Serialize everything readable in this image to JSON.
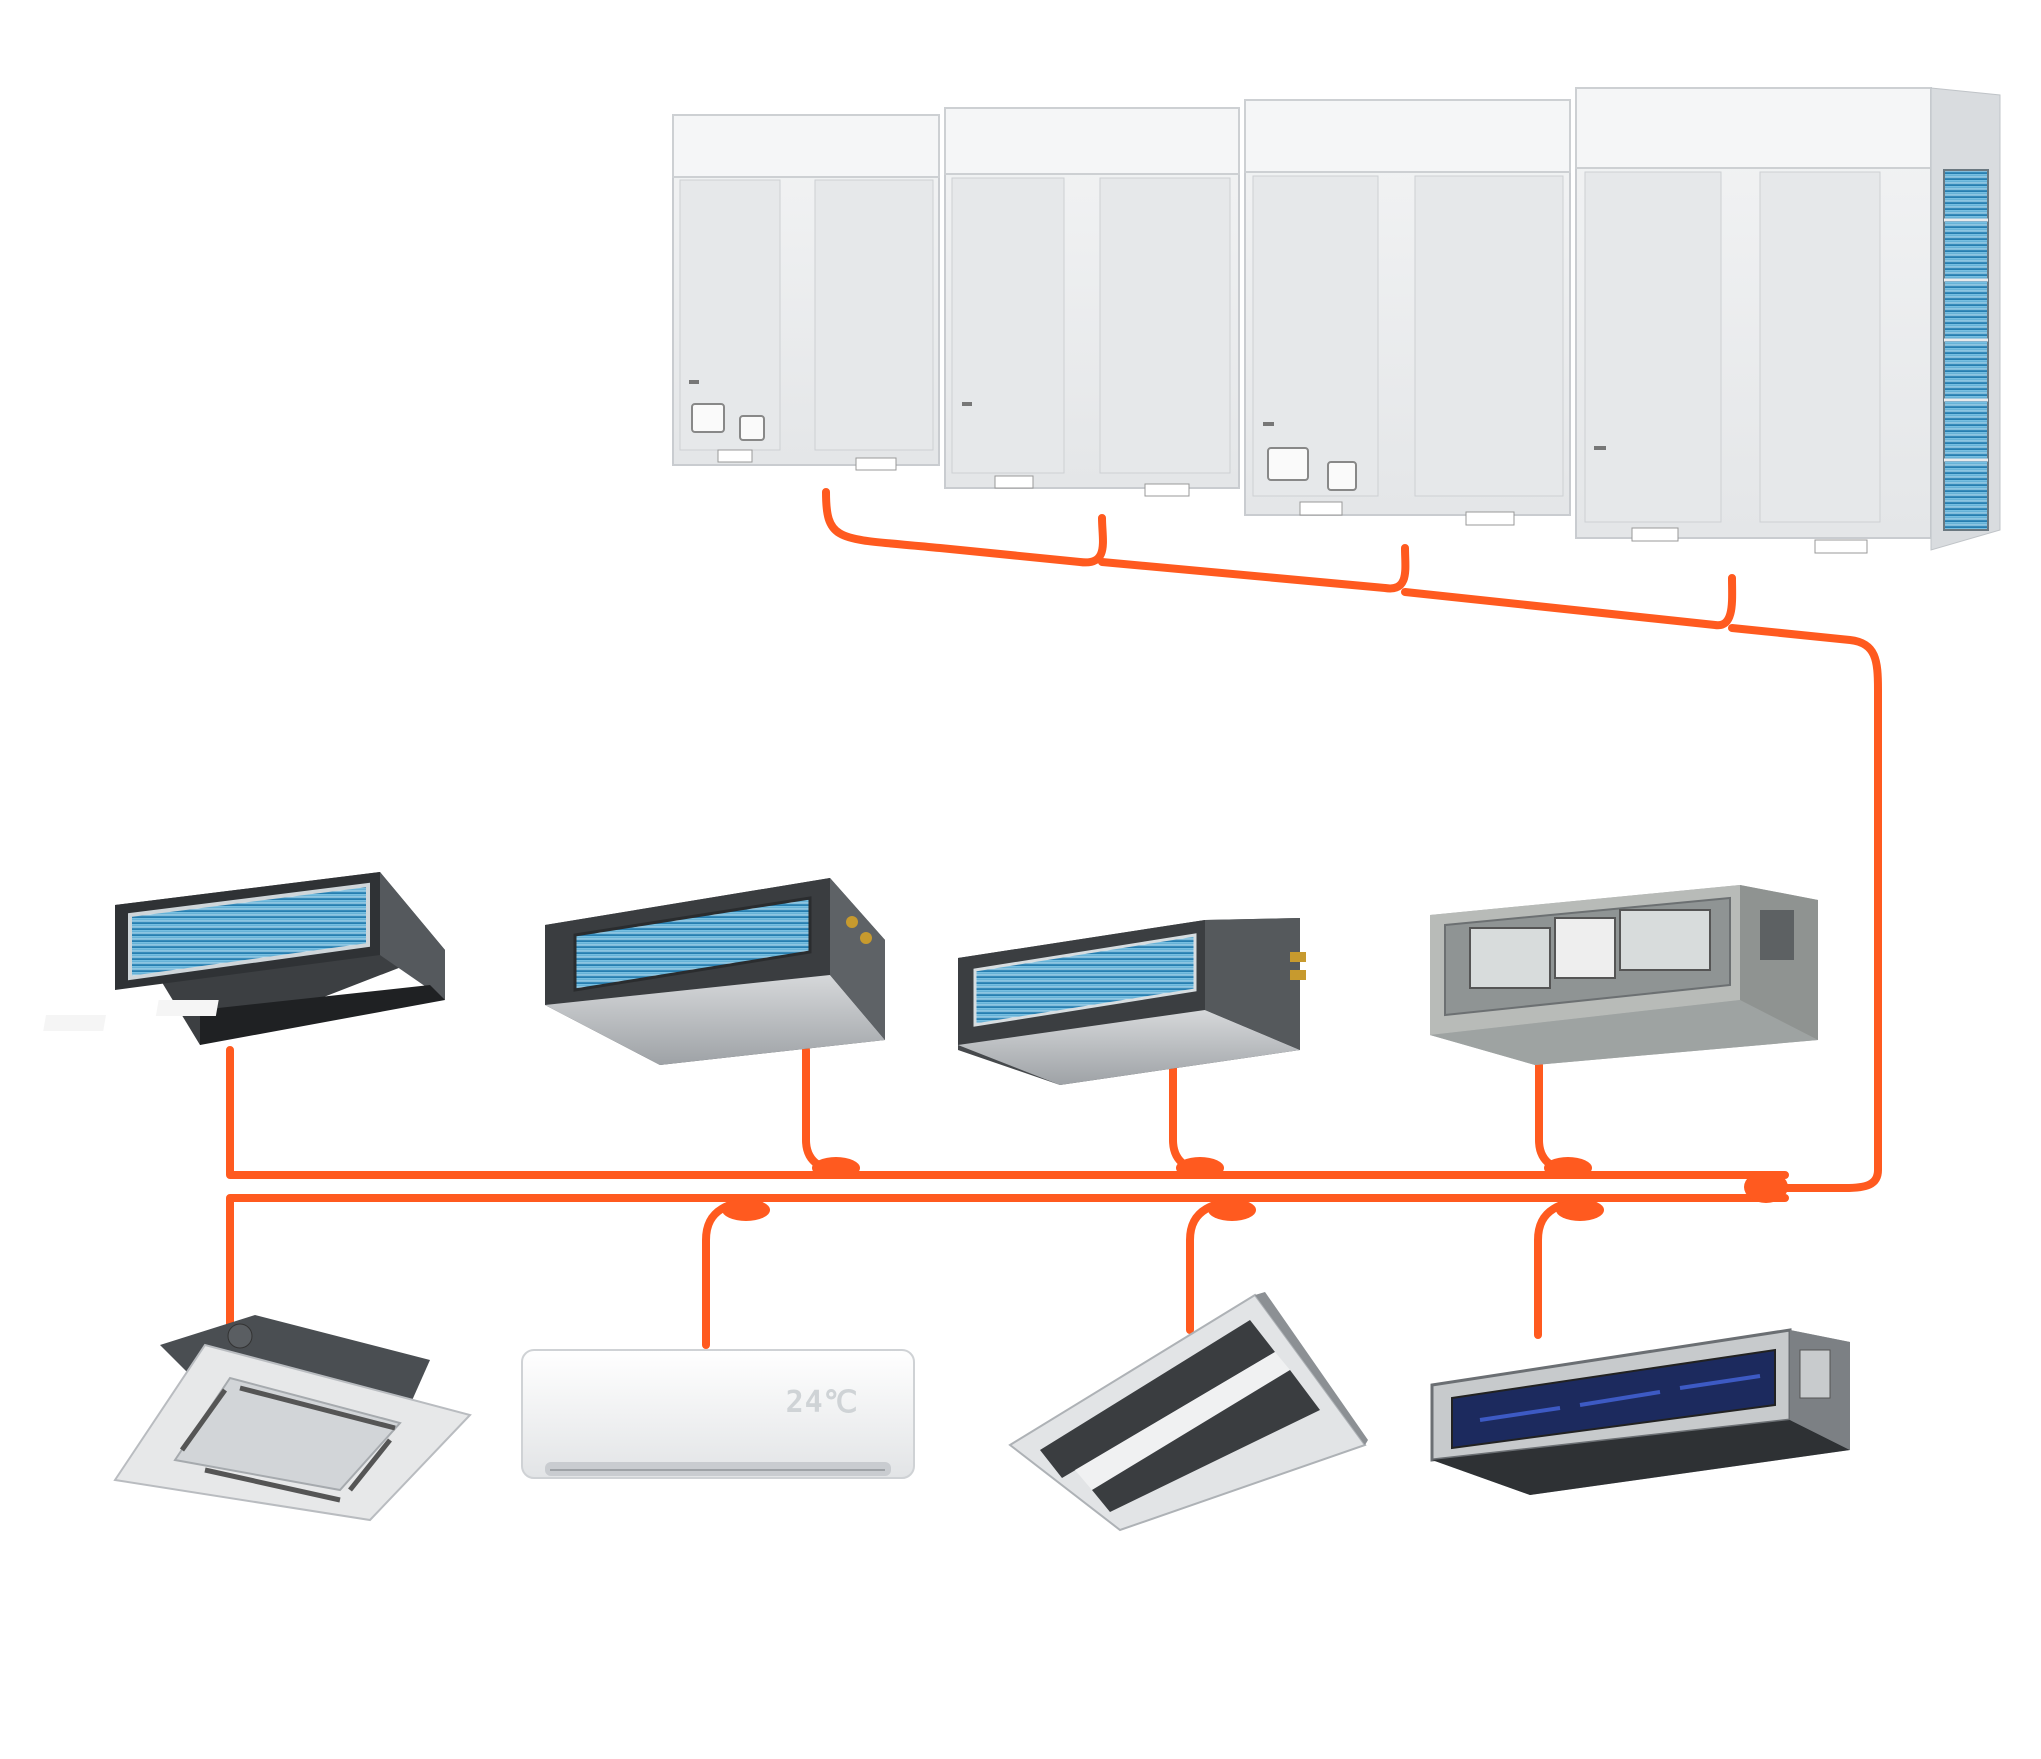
{
  "colors": {
    "background": "#ffffff",
    "pipe": "#ff5a1f",
    "outdoor_body": "#eeeff0",
    "outdoor_panel": "#e3e5e7",
    "outdoor_edge": "#c9ccd0",
    "coil": "#2a8fc2",
    "indoor_dark": "#3f4245",
    "indoor_steel": "#b9bcbf",
    "wall_unit": "#f4f5f6"
  },
  "outdoor_units": [
    {
      "name": "outdoor-module-1"
    },
    {
      "name": "outdoor-module-2"
    },
    {
      "name": "outdoor-module-3"
    },
    {
      "name": "outdoor-module-4"
    }
  ],
  "indoor_units_top": [
    {
      "name": "ducted-unit-high-static",
      "icon": "ducted-ac-icon"
    },
    {
      "name": "ducted-unit-slim",
      "icon": "ducted-ac-icon"
    },
    {
      "name": "ducted-unit-medium",
      "icon": "ducted-ac-icon"
    },
    {
      "name": "ducted-unit-fan-coil",
      "icon": "ducted-ac-icon"
    }
  ],
  "indoor_units_bottom": [
    {
      "name": "cassette-unit-four-way",
      "icon": "cassette-ac-icon"
    },
    {
      "name": "wall-mounted-unit",
      "icon": "wall-ac-icon",
      "display_text": "24℃"
    },
    {
      "name": "cassette-unit-two-way",
      "icon": "cassette-ac-icon"
    },
    {
      "name": "ducted-unit-blue-filter",
      "icon": "ducted-ac-icon"
    }
  ]
}
